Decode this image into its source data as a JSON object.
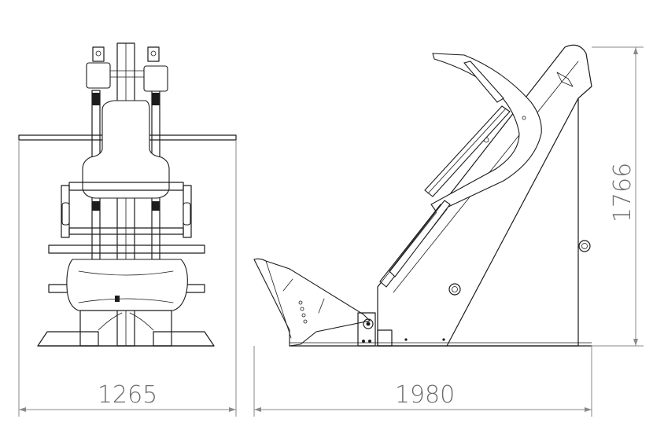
{
  "dimensions": {
    "front_width": "1265",
    "side_length": "1980",
    "height": "1766"
  },
  "colors": {
    "line": "#1c1c1c",
    "dimension": "#8a8a8a",
    "dimension_text": "#6e6e6e",
    "background": "#ffffff"
  }
}
